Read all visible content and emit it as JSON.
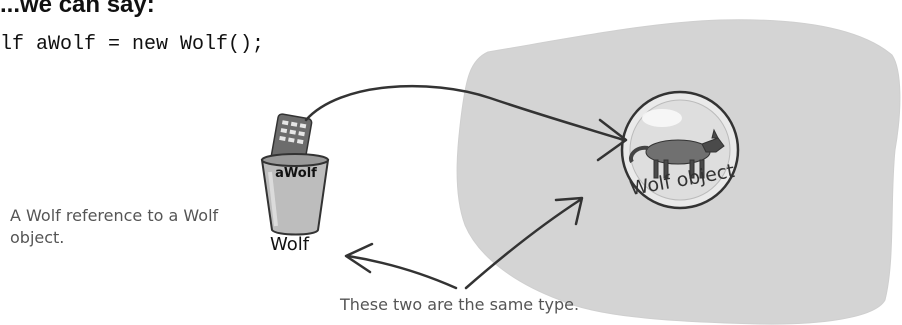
{
  "heading_fragment": "...we can say:",
  "code_line": "lf aWolf = new Wolf();",
  "annotations": {
    "reference_note": "A Wolf reference to a Wolf object.",
    "same_type_note": "These two are the same type."
  },
  "reference_cup": {
    "label": "aWolf",
    "type_label": "Wolf"
  },
  "heap_object": {
    "label": "Wolf object"
  },
  "colors": {
    "heap_fill": "#d3d3d3",
    "ink": "#333333",
    "annotation": "#555555"
  },
  "icons": [
    "remote-control-icon",
    "cup-icon",
    "wolf-icon",
    "arrow-icon"
  ]
}
